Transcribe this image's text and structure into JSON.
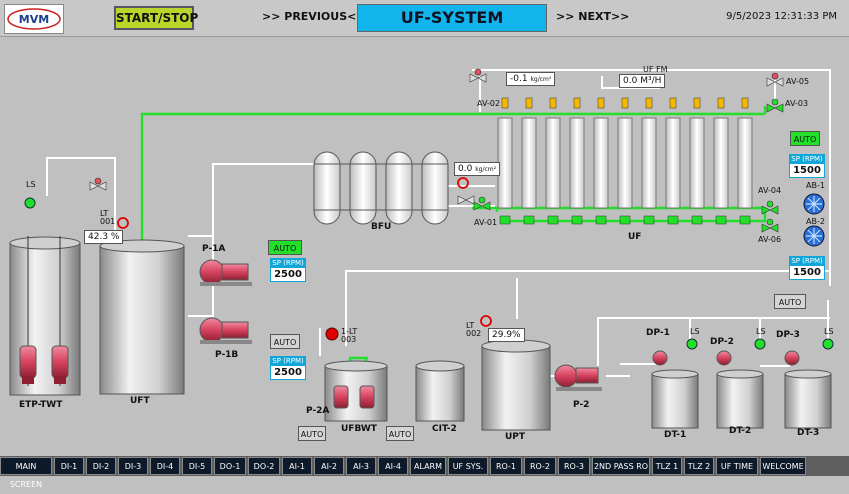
{
  "header": {
    "logo_text": "MVM",
    "start_stop": "START/STOP",
    "previous": ">> PREVIOUS<<",
    "title": "UF-SYSTEM",
    "next": ">> NEXT>>",
    "datetime": "9/5/2023 12:31:33 PM"
  },
  "labels": {
    "etp_twt": "ETP-TWT",
    "uft": "UFT",
    "ufbwt": "UFBWT",
    "cit2": "CIT-2",
    "upt": "UPT",
    "bfu": "BFU",
    "uf": "UF",
    "p1a": "P-1A",
    "p1b": "P-1B",
    "p2a": "P-2A",
    "p2": "P-2",
    "dt1": "DT-1",
    "dt2": "DT-2",
    "dt3": "DT-3",
    "dp1": "DP-1",
    "dp2": "DP-2",
    "dp3": "DP-3",
    "ab1": "AB-1",
    "ab2": "AB-2",
    "av01": "AV-01",
    "av02": "AV-02",
    "av03": "AV-03",
    "av04": "AV-04",
    "av05": "AV-05",
    "av06": "AV-06",
    "uf_fm": "UF FM",
    "ls": "LS",
    "lt001": "LT\n001",
    "lt002": "LT\n002",
    "lt003": "1-LT\n003"
  },
  "readings": {
    "pressure_top": "-0.1",
    "pressure_top_unit": "kg/cm²",
    "flow": "0.0",
    "flow_unit": "M³/H",
    "pressure_bfu": "0.0",
    "pressure_bfu_unit": "kg/cm²",
    "uft_level": "42.3 %",
    "upt_level": "29.9%"
  },
  "setpoints": {
    "header": "SP (RPM)",
    "p1": "2500",
    "p1b": "2500",
    "uf": "1500",
    "ab": "1500"
  },
  "auto": {
    "label": "AUTO"
  },
  "colors": {
    "title_bg": "#11b5ec",
    "start_stop_bg": "#b9d72a",
    "pipe_green": "#22e02a",
    "pipe_white": "#ffffff",
    "pump_red": "#d6435e",
    "indicator_green": "#22e02a",
    "indicator_red": "#e00000"
  },
  "footer": {
    "items": [
      "MAIN SCREEN",
      "DI-1",
      "DI-2",
      "DI-3",
      "DI-4",
      "DI-5",
      "DO-1",
      "DO-2",
      "AI-1",
      "AI-2",
      "AI-3",
      "AI-4",
      "ALARM",
      "UF SYS.",
      "RO-1",
      "RO-2",
      "RO-3",
      "2ND PASS RO",
      "TLZ 1",
      "TLZ 2",
      "UF TIME",
      "WELCOME"
    ]
  }
}
